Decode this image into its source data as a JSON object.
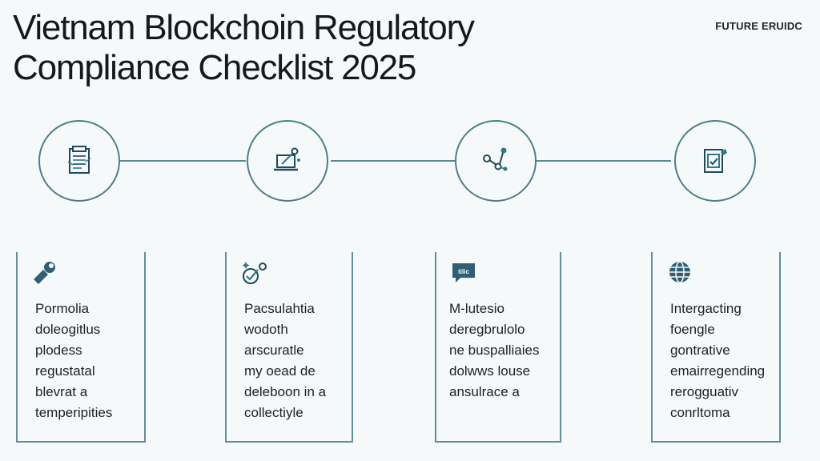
{
  "title_lines": [
    "Vietnam Blockchoin Regulatory",
    "Compliance Checklist 2025"
  ],
  "brand": "FUTURE ERUIDC",
  "steps": [
    {
      "icon": "document-list-icon"
    },
    {
      "icon": "laptop-node-icon"
    },
    {
      "icon": "network-nodes-icon"
    },
    {
      "icon": "certificate-icon"
    }
  ],
  "cards": [
    {
      "icon": "wrench-tool-icon",
      "lines": [
        "Pormolia",
        "doleogitlus",
        "plodess",
        "regustatal",
        "blevrat a",
        "temperipities"
      ]
    },
    {
      "icon": "sparkle-check-icon",
      "lines": [
        "Pacsulahtia",
        "wodoth",
        "arscuratle",
        "my oead de",
        "deleboon in a",
        "collectiyle"
      ]
    },
    {
      "icon": "chat-badge-icon",
      "badge": "tilic",
      "lines": [
        "M-lutesio",
        "deregbrulolo",
        "ne buspalliaies",
        "dolwws louse",
        "ansulrace a"
      ]
    },
    {
      "icon": "globe-icon",
      "lines": [
        "Intergacting",
        "foengle",
        "gontrative",
        "emairregending",
        "rerogguativ",
        "conrltoma"
      ]
    }
  ],
  "colors": {
    "accent": "#4d7f8c",
    "dark": "#1f4a5c",
    "background": "#f6f9f9"
  }
}
